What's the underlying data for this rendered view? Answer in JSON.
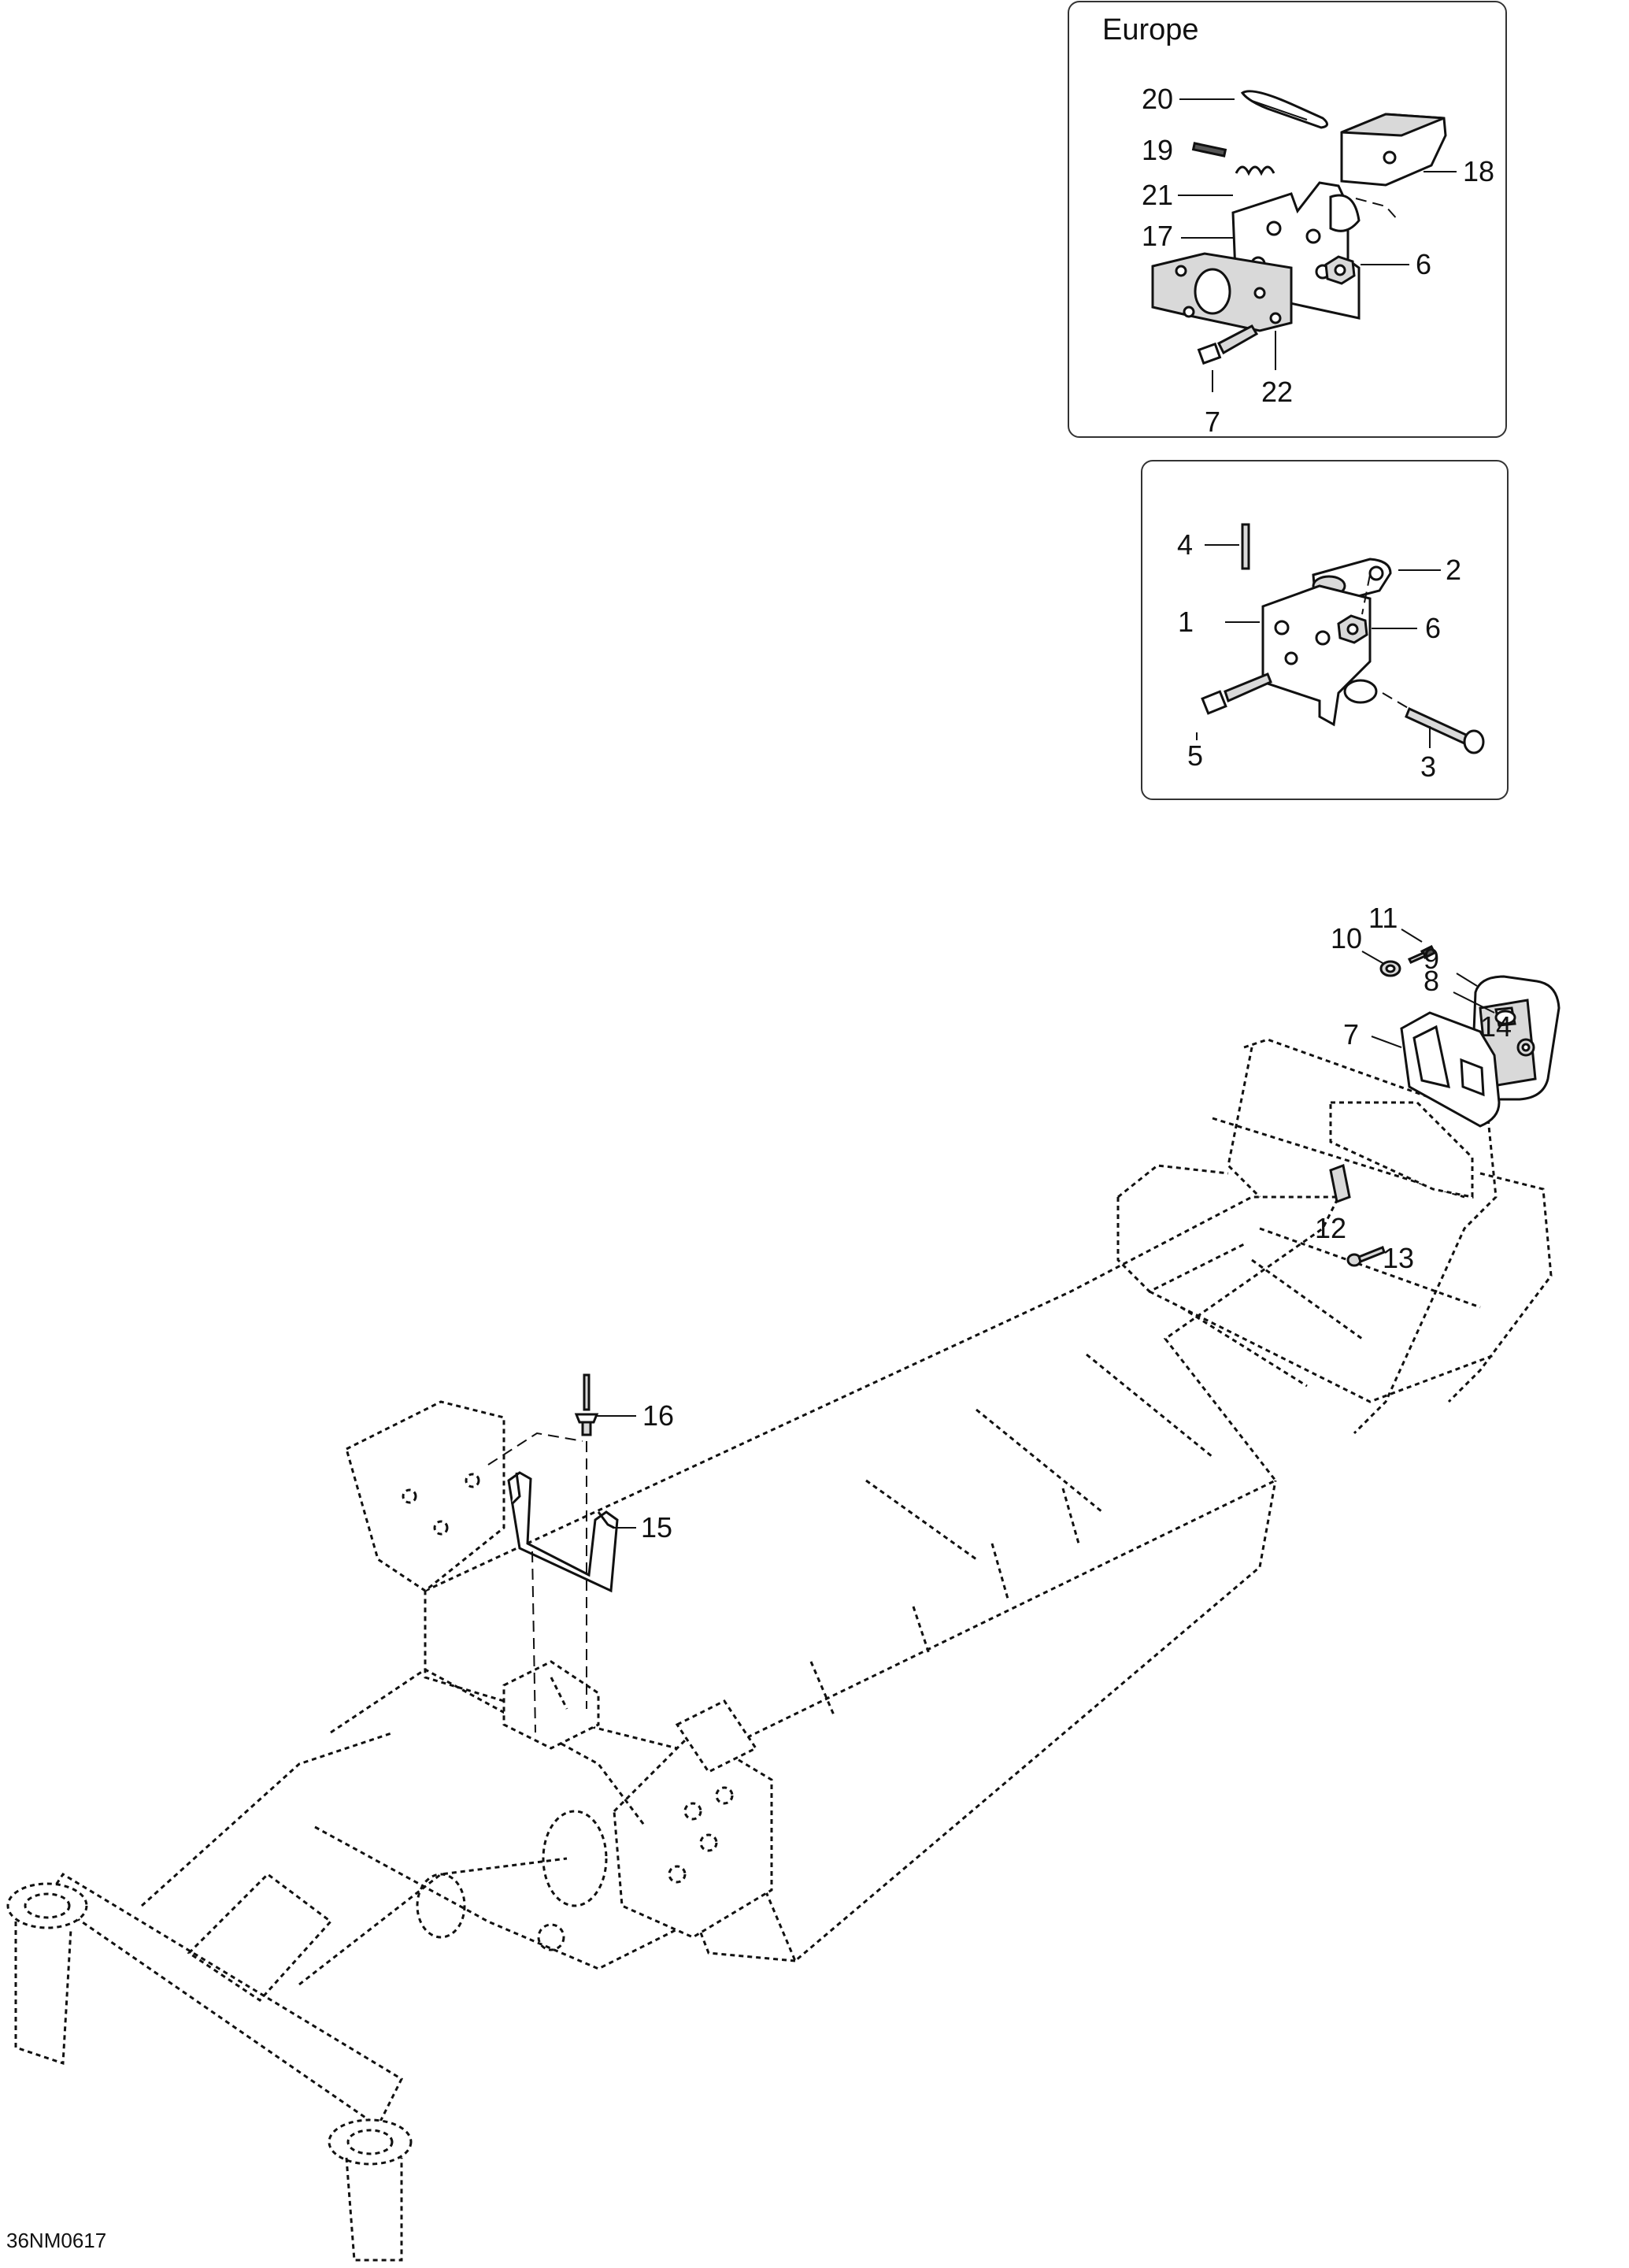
{
  "diagram": {
    "europe_box": {
      "title": "Europe",
      "callouts": {
        "c20": "20",
        "c19": "19",
        "c21": "21",
        "c17": "17",
        "c18": "18",
        "c6": "6",
        "c7": "7",
        "c22": "22"
      }
    },
    "hitch_box": {
      "callouts": {
        "c4": "4",
        "c2": "2",
        "c1": "1",
        "c6": "6",
        "c5": "5",
        "c3": "3"
      }
    },
    "frame": {
      "callouts": {
        "c11": "11",
        "c10": "10",
        "c9": "9",
        "c8": "8",
        "c7": "7",
        "c14": "14",
        "c12": "12",
        "c13": "13",
        "c16": "16",
        "c15": "15"
      }
    },
    "reference_code": "36NM0617"
  }
}
